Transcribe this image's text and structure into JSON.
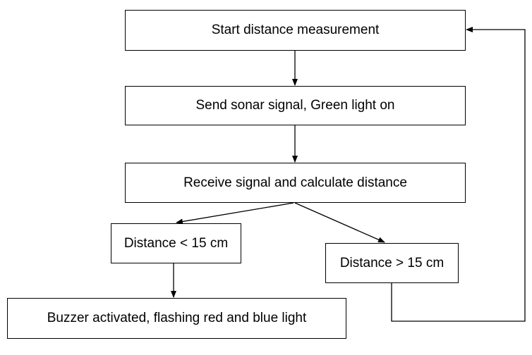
{
  "flowchart": {
    "nodes": {
      "start": "Start distance measurement",
      "send": "Send sonar signal, Green light on",
      "receive": "Receive signal and calculate distance",
      "lt15": "Distance < 15 cm",
      "gt15": "Distance > 15 cm",
      "buzzer": "Buzzer activated, flashing red and blue light"
    },
    "edges": [
      {
        "from": "start",
        "to": "send"
      },
      {
        "from": "send",
        "to": "receive"
      },
      {
        "from": "receive",
        "to": "lt15"
      },
      {
        "from": "receive",
        "to": "gt15"
      },
      {
        "from": "lt15",
        "to": "buzzer"
      },
      {
        "from": "gt15",
        "to": "start"
      }
    ]
  },
  "colors": {
    "stroke": "#000000",
    "text": "#000000",
    "background": "#ffffff"
  }
}
